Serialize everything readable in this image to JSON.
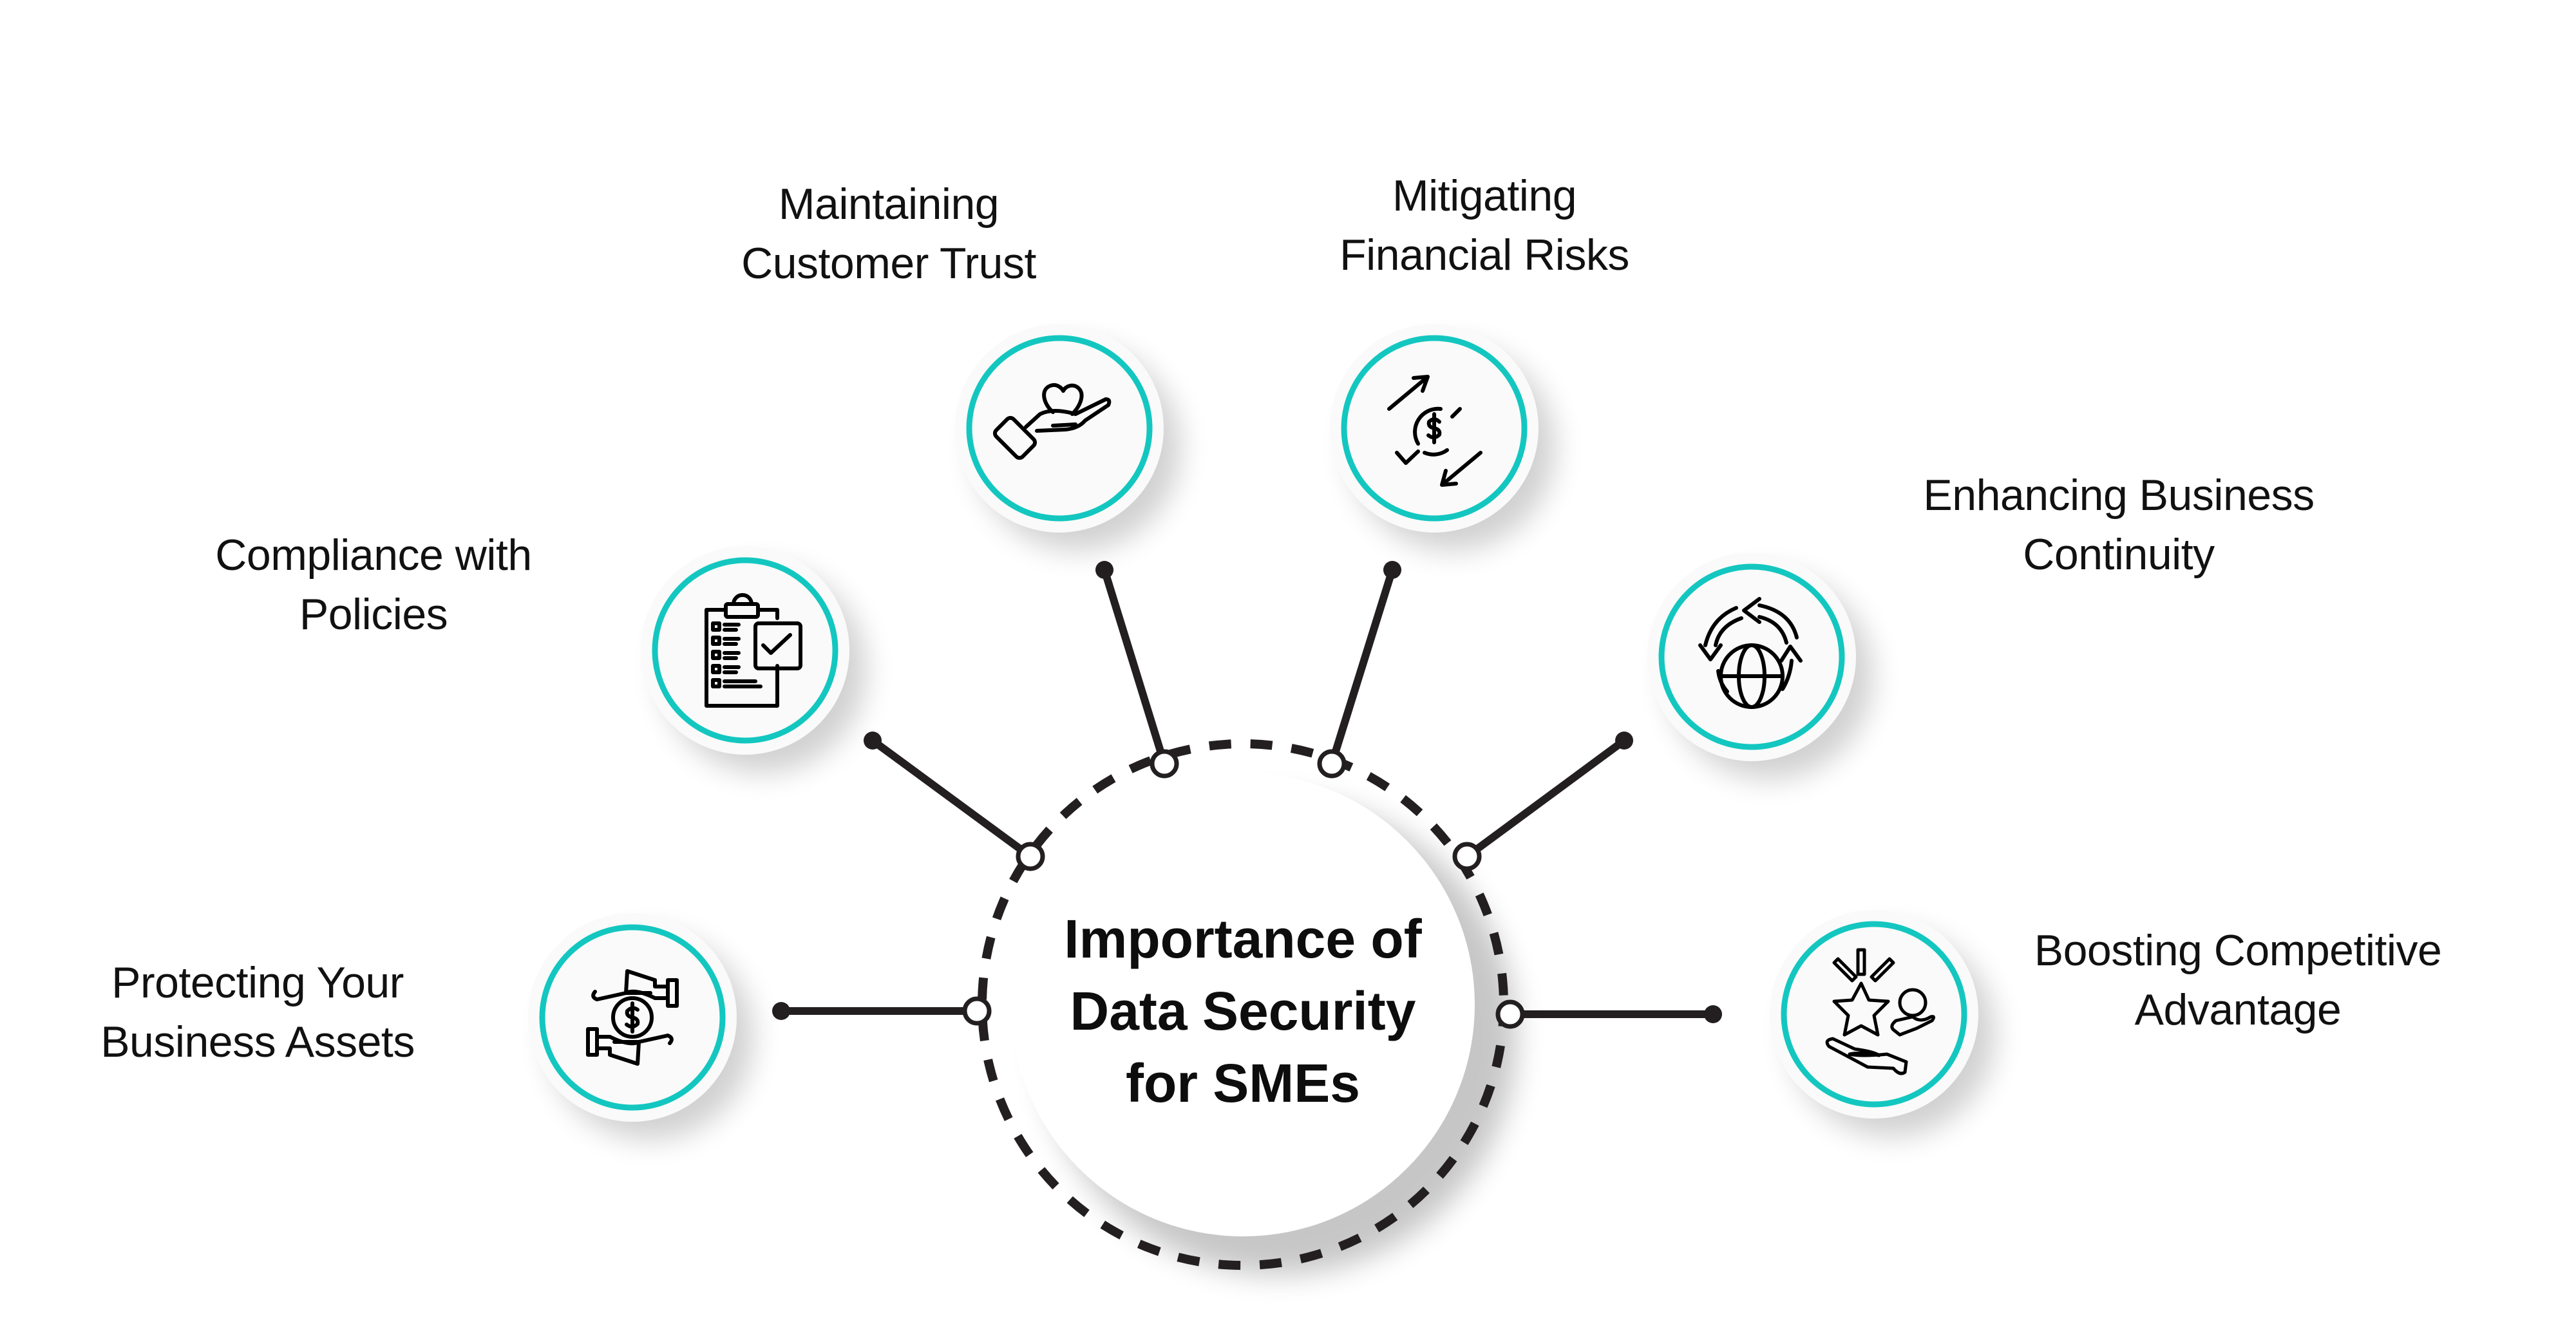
{
  "diagram": {
    "title_lines": [
      "Importance of",
      "Data Security",
      "for SMEs"
    ],
    "accent_color": "#13c7c0",
    "line_color": "#231f20",
    "nodes": [
      {
        "id": "protecting",
        "lines": [
          "Protecting Your",
          "Business Assets"
        ],
        "icon": "hands-coin-icon"
      },
      {
        "id": "compliance",
        "lines": [
          "Compliance with",
          "Policies"
        ],
        "icon": "clipboard-checklist-icon"
      },
      {
        "id": "trust",
        "lines": [
          "Maintaining",
          "Customer Trust"
        ],
        "icon": "hand-heart-icon"
      },
      {
        "id": "financial",
        "lines": [
          "Mitigating",
          "Financial Risks"
        ],
        "icon": "dollar-exchange-arrows-icon"
      },
      {
        "id": "continuity",
        "lines": [
          "Enhancing Business",
          "Continuity"
        ],
        "icon": "globe-cycle-icon"
      },
      {
        "id": "competitive",
        "lines": [
          "Boosting Competitive",
          "Advantage"
        ],
        "icon": "star-hand-icon"
      }
    ]
  }
}
